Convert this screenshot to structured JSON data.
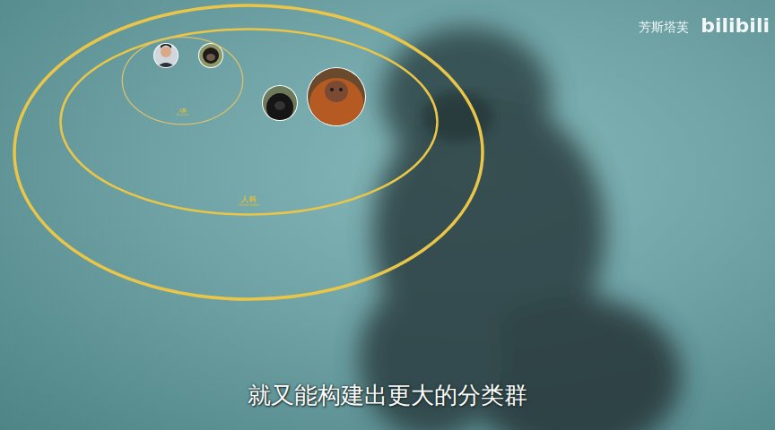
{
  "diagram": {
    "caption": "就又能构建出更大的分类群",
    "nodes": [
      {
        "text": [
          "人科",
          "Hominidae"
        ]
      },
      {
        "text": [
          "人群",
          "Hominini"
        ],
        "in": 0
      }
    ],
    "labels": [
      "芳斯塔芙",
      "bilibili"
    ]
  }
}
